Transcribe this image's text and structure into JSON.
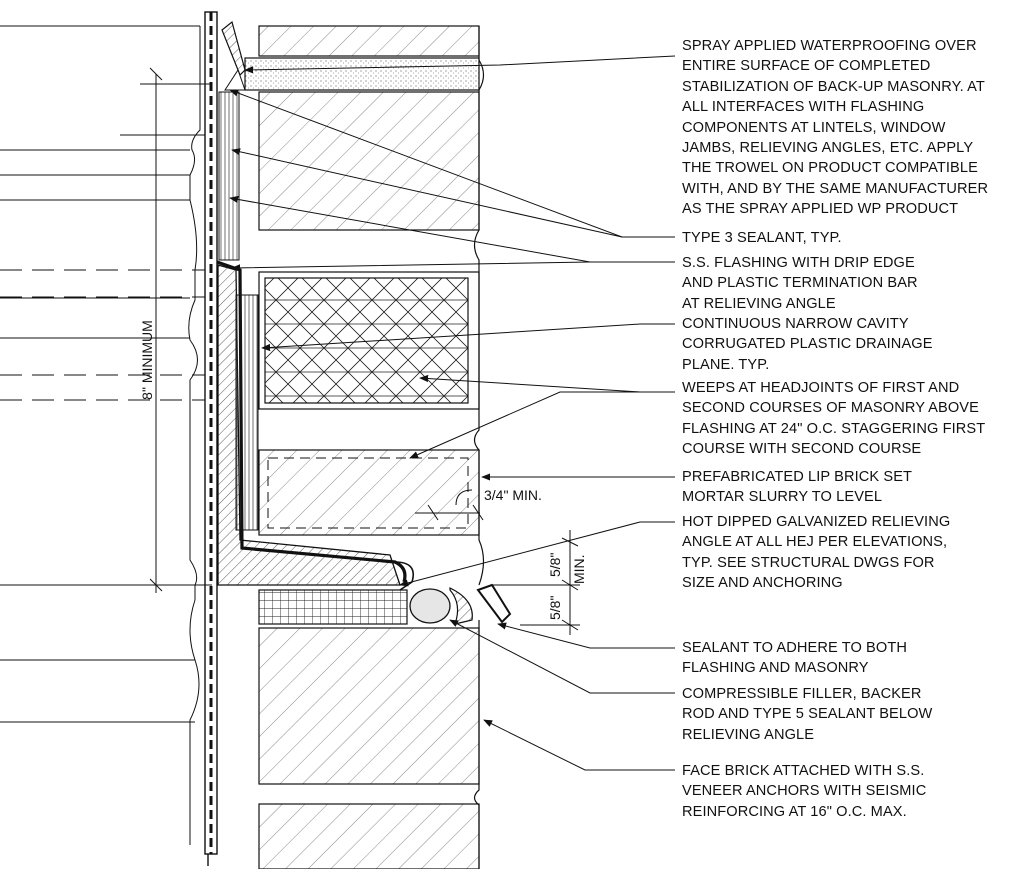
{
  "notes": {
    "n1": {
      "lines": [
        "SPRAY APPLIED WATERPROOFING OVER",
        "ENTIRE SURFACE OF COMPLETED",
        "STABILIZATION OF BACK-UP MASONRY. AT",
        "ALL INTERFACES WITH FLASHING",
        "COMPONENTS AT LINTELS, WINDOW",
        "JAMBS, RELIEVING ANGLES, ETC. APPLY",
        "THE TROWEL ON PRODUCT COMPATIBLE",
        "WITH, AND BY THE SAME MANUFACTURER",
        "AS THE SPRAY APPLIED WP PRODUCT"
      ]
    },
    "n2": {
      "lines": [
        "TYPE 3 SEALANT, TYP."
      ]
    },
    "n3": {
      "lines": [
        "S.S. FLASHING WITH DRIP EDGE",
        "AND PLASTIC TERMINATION BAR",
        "AT RELIEVING ANGLE"
      ]
    },
    "n4": {
      "lines": [
        "CONTINUOUS NARROW CAVITY",
        "CORRUGATED PLASTIC DRAINAGE",
        "PLANE. TYP."
      ]
    },
    "n5": {
      "lines": [
        "WEEPS AT HEADJOINTS OF FIRST AND",
        "SECOND COURSES OF MASONRY ABOVE",
        "FLASHING AT 24\" O.C. STAGGERING FIRST",
        "COURSE WITH SECOND COURSE"
      ]
    },
    "n6": {
      "lines": [
        "PREFABRICATED LIP BRICK SET",
        "MORTAR SLURRY TO LEVEL"
      ]
    },
    "n7": {
      "lines": [
        "HOT DIPPED GALVANIZED RELIEVING",
        "ANGLE AT ALL HEJ PER ELEVATIONS,",
        "TYP. SEE STRUCTURAL DWGS FOR",
        "SIZE AND ANCHORING"
      ]
    },
    "n8": {
      "lines": [
        "SEALANT TO ADHERE TO BOTH",
        "FLASHING AND MASONRY"
      ]
    },
    "n9": {
      "lines": [
        "COMPRESSIBLE FILLER, BACKER",
        "ROD AND TYPE 5 SEALANT BELOW",
        "RELIEVING ANGLE"
      ]
    },
    "n10": {
      "lines": [
        "FACE BRICK ATTACHED WITH S.S.",
        "VENEER ANCHORS WITH SEISMIC",
        "REINFORCING AT 16\" O.C. MAX."
      ]
    }
  },
  "dimensions": {
    "vertical_min": "8\" MINIMUM",
    "lip_min": "3/4\" MIN.",
    "gap_upper": "5/8\"",
    "gap_upper_min": "MIN.",
    "gap_lower": "5/8\""
  },
  "colors": {
    "line": "#111111",
    "paper": "#ffffff",
    "fill_light": "#e6e6e6"
  }
}
